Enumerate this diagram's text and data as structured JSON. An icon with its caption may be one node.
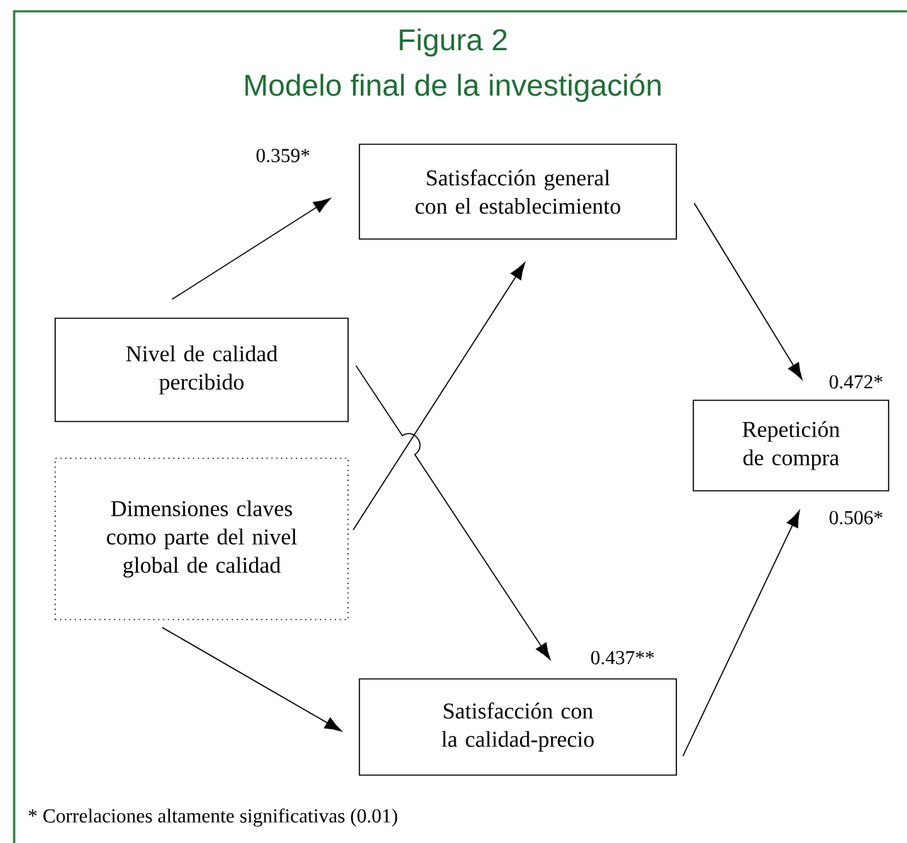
{
  "diagram": {
    "title": "Modelo final de la investigación",
    "nodes": [
      {
        "text": [
          "Satisfacción general con el establecimiento"
        ]
      },
      {
        "text": [
          "Nivel de calidad percibido"
        ]
      },
      {
        "text": [
          "Dimensiones claves como parte del nivel global de calidad"
        ]
      },
      {
        "text": [
          "Repetición de compra"
        ]
      },
      {
        "text": [
          "Satisfacción con la calidad-precio"
        ]
      }
    ],
    "edges": [
      {
        "from": 1,
        "to": 0,
        "arrow": "to",
        "label": "0.359*"
      },
      {
        "from": 2,
        "to": 0,
        "arrow": "to"
      },
      {
        "from": 1,
        "to": 4,
        "arrow": "to",
        "label": "0.437**"
      },
      {
        "from": 2,
        "to": 4,
        "arrow": "to"
      },
      {
        "from": 0,
        "to": 3,
        "arrow": "to",
        "label": "0.472*"
      },
      {
        "from": 4,
        "to": 3,
        "arrow": "to",
        "label": "0.506*"
      }
    ],
    "labels": [
      "Figura 2",
      "* Correlaciones altamente significativas (0.01)"
    ]
  }
}
